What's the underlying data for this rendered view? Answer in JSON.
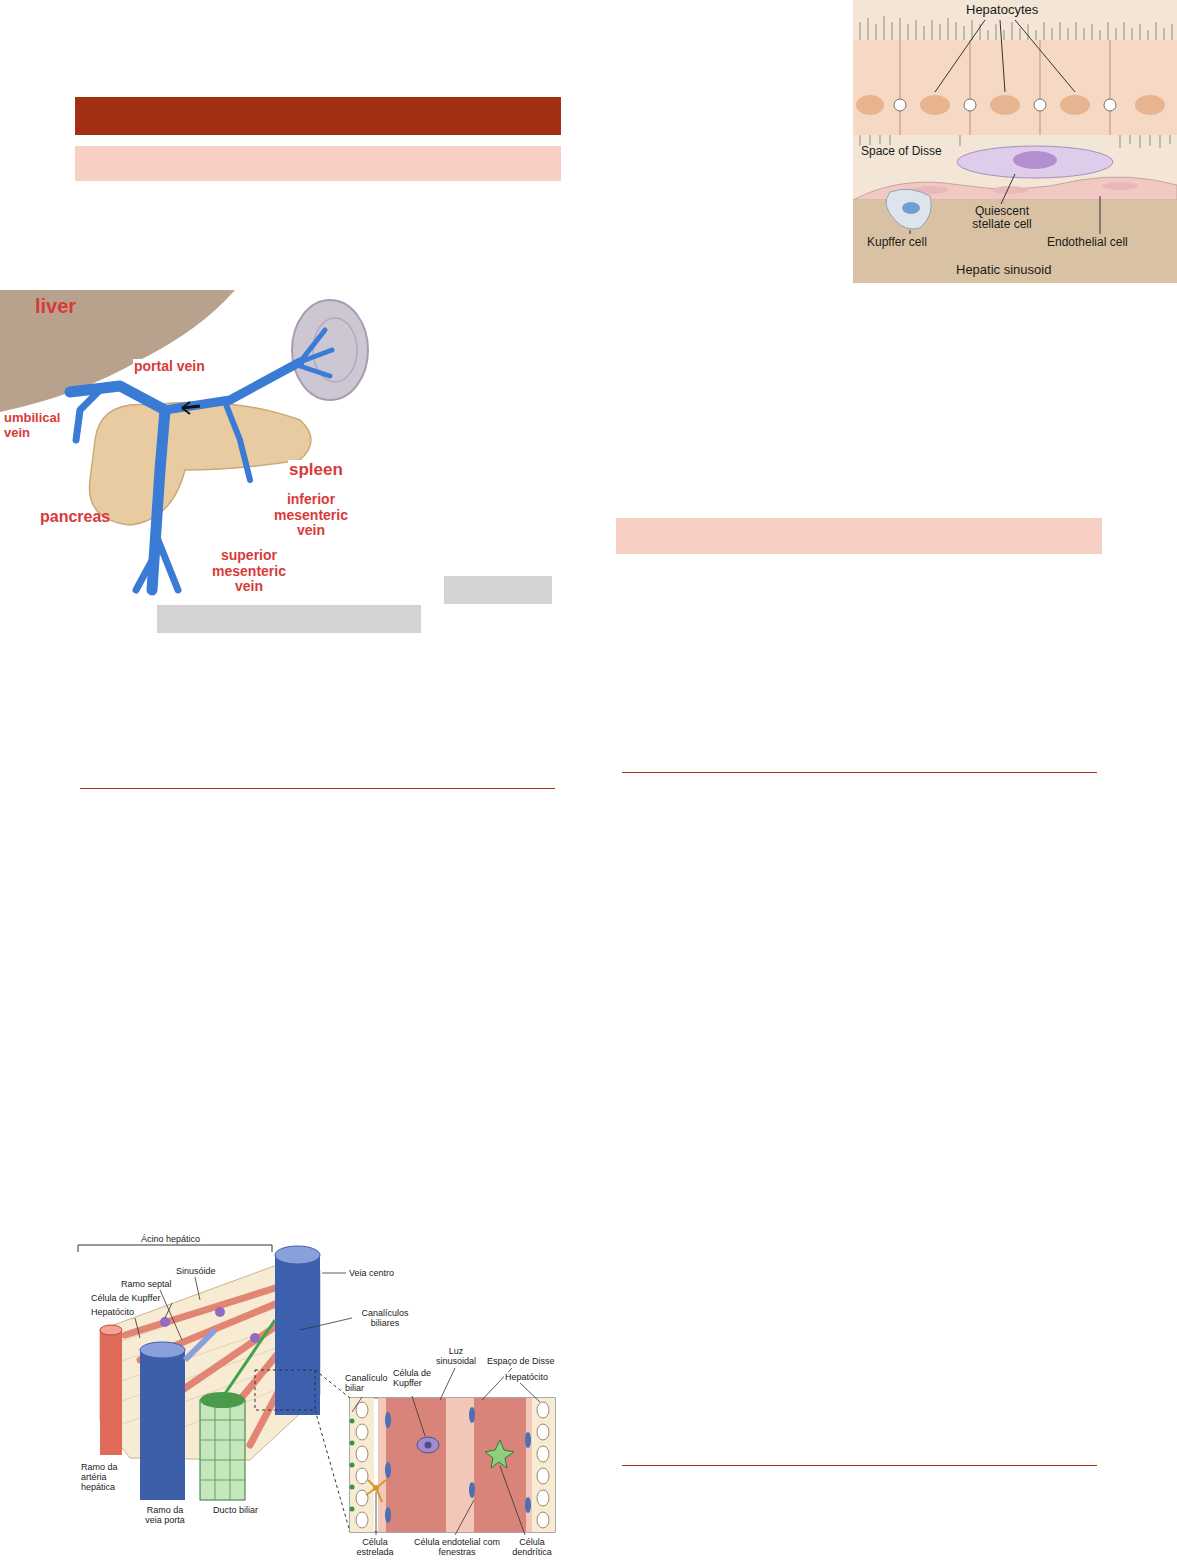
{
  "diagram": {
    "labels": [
      "liver",
      "portal vein",
      "umbilical vein",
      "spleen",
      "pancreas",
      "inferior mesenteric vein",
      "superior mesenteric vein",
      "Hepatocytes",
      "Space of Disse",
      "Quiescent stellate cell",
      "Kupffer cell",
      "Endothelial cell",
      "Hepatic sinusoid",
      "Ácino hepático",
      "Sinusóide",
      "Ramo septal",
      "Célula de Kupffer",
      "Hepatócito",
      "Veia centro",
      "Canalículos biliares",
      "Luz sinusoidal",
      "Espaço de Disse",
      "Canalículo biliar",
      "Célula de Kupffer",
      "Hepatócito",
      "Ramo da artéria hepática",
      "Ramo da veia porta",
      "Ducto biliar",
      "Célula estrelada",
      "Célula endotelial com fenestras",
      "Célula dendrítica"
    ]
  }
}
